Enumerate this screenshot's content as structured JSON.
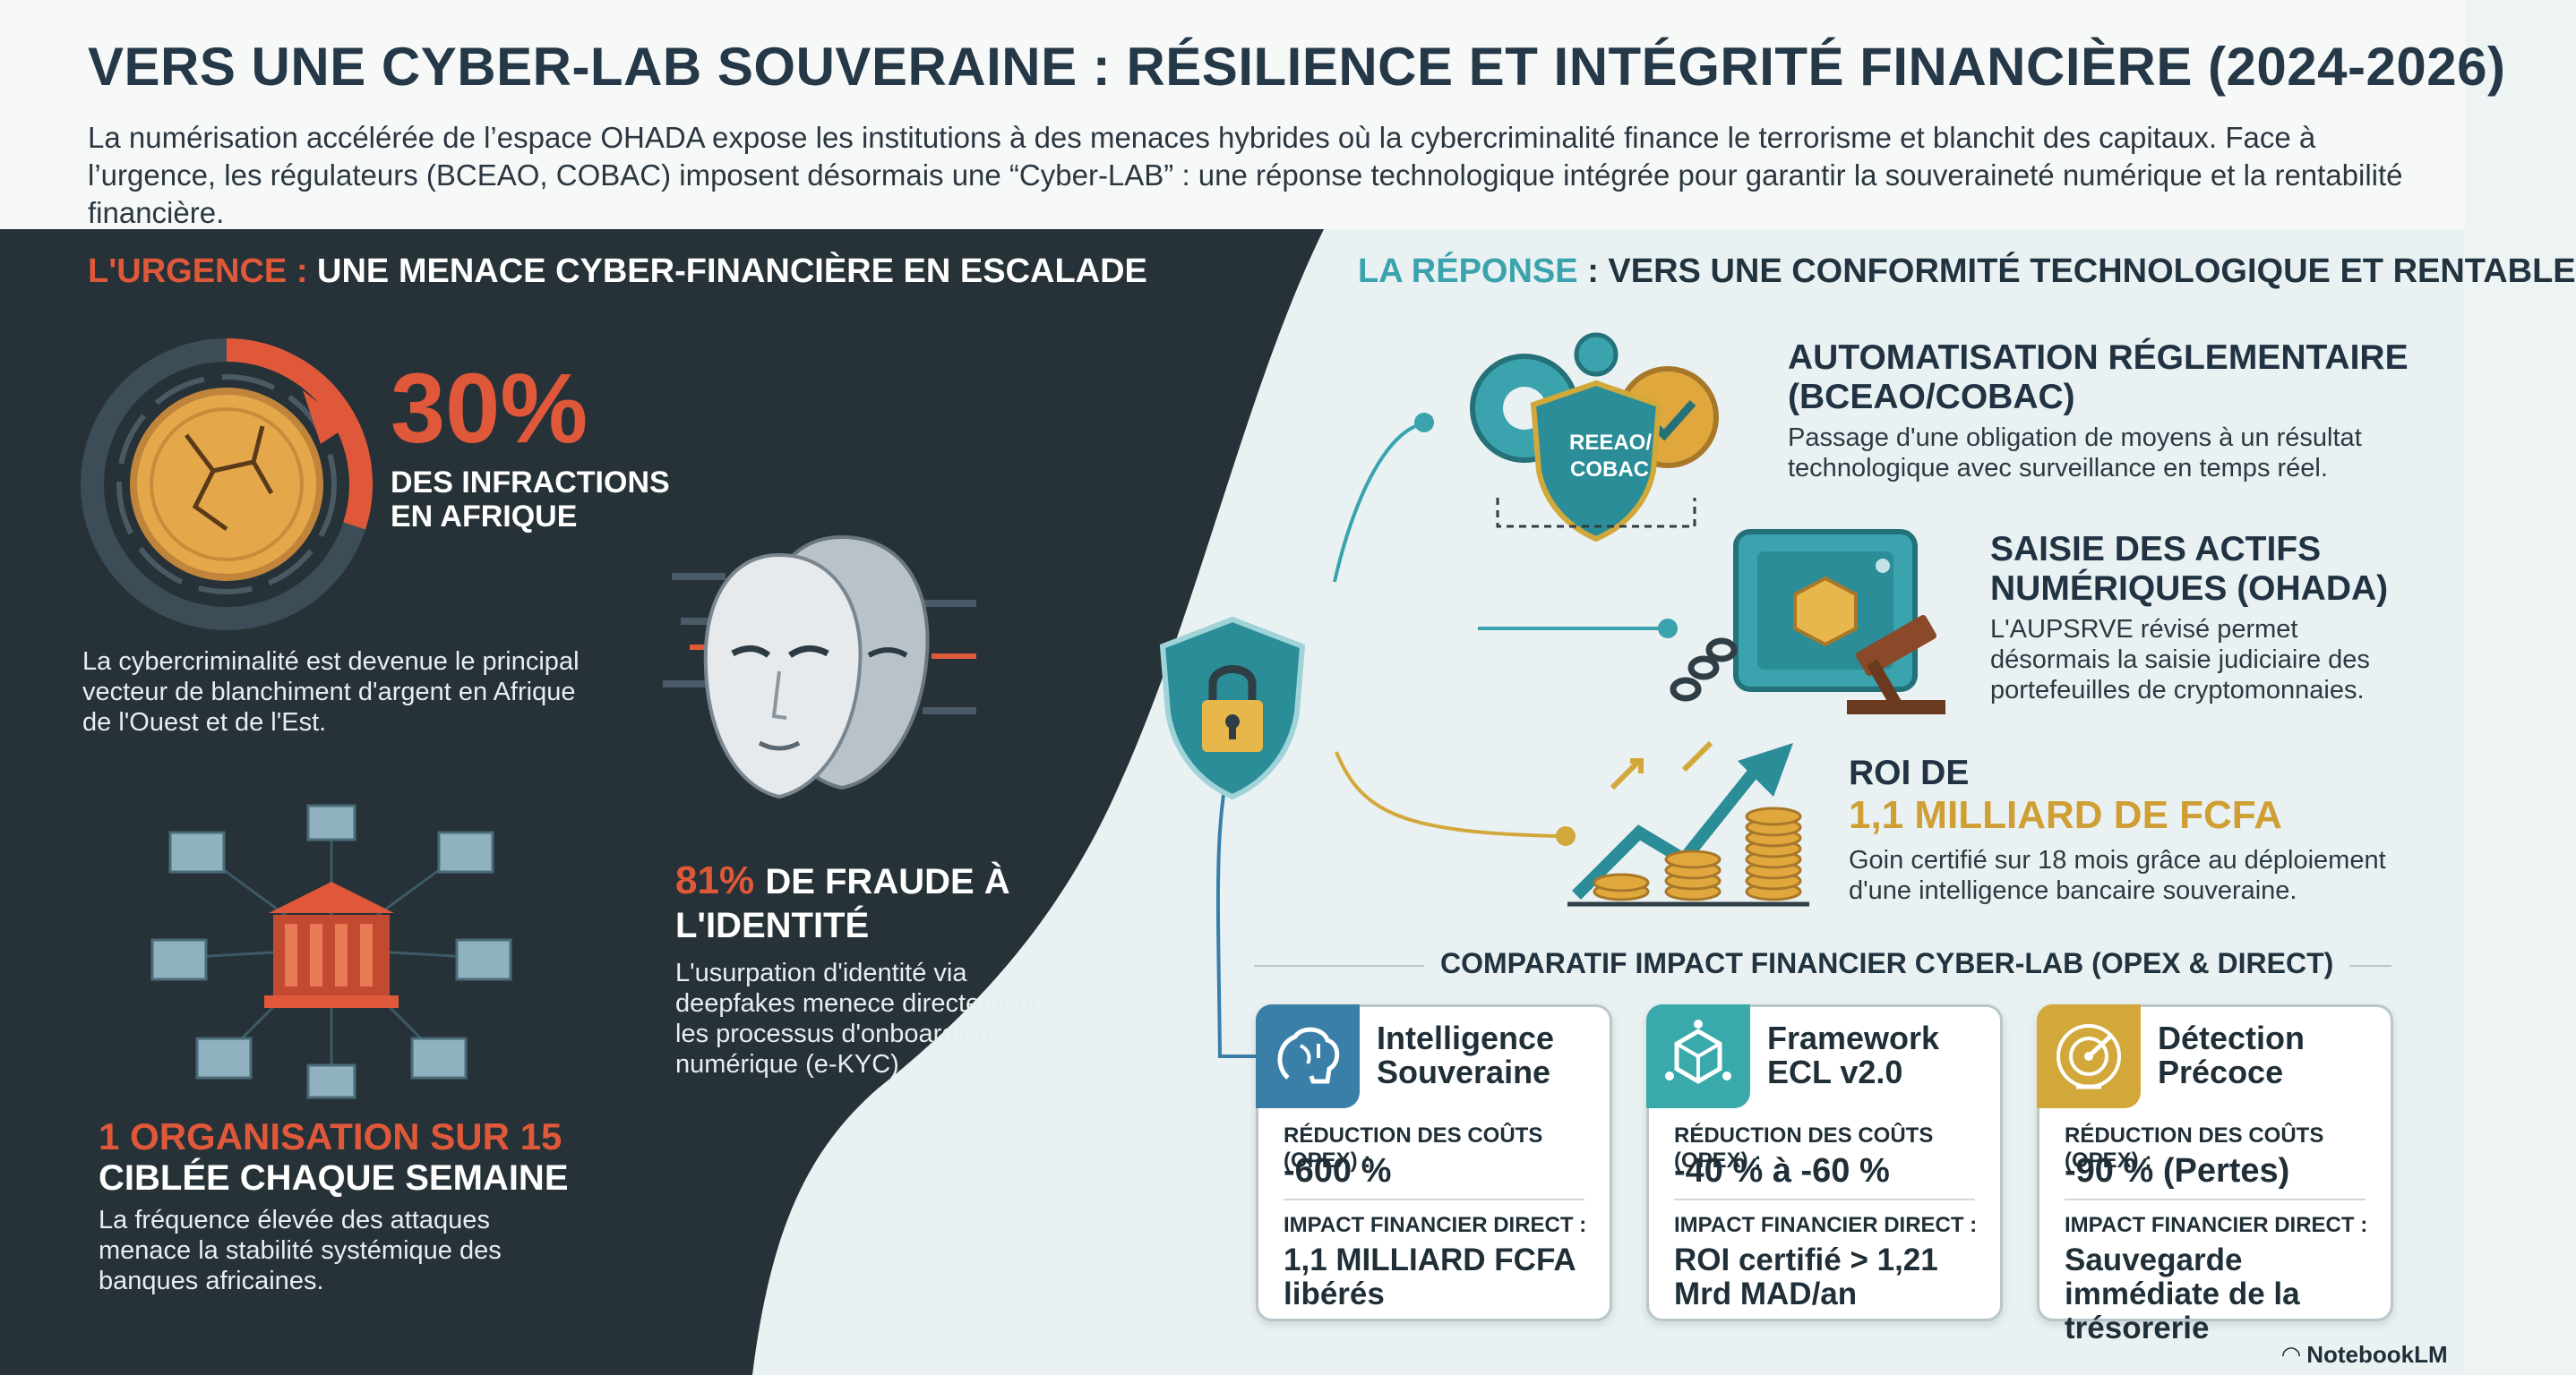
{
  "header": {
    "title": "VERS UNE CYBER-LAB SOUVERAINE : RÉSILIENCE ET INTÉGRITÉ FINANCIÈRE (2024-2026)",
    "intro": "La numérisation accélérée de l’espace OHADA expose les institutions à des menaces hybrides où la cybercriminalité finance le terrorisme et blanchit des capitaux. Face à l’urgence, les régulateurs (BCEAO, COBAC) imposent désormais une “Cyber-LAB” : une réponse technologique intégrée pour garantir la souveraineté numérique et la rentabilité financière."
  },
  "left": {
    "section_key": "L'URGENCE :",
    "section_rest": "UNE MENACE CYBER-FINANCIÈRE EN ESCALADE",
    "stat1": {
      "value": "30%",
      "label_line1": "DES INFRACTIONS",
      "label_line2": "EN AFRIQUE",
      "desc": "La cybercriminalité est devenue le principal vecteur de blanchiment d'argent en Afrique de l'Ouest et de l'Est.",
      "ring_fraction": 0.3
    },
    "stat2": {
      "value": "81%",
      "label_a": "DE FRAUDE À",
      "label_b": "L'IDENTITÉ",
      "desc": "L'usurpation d'identité via deepfakes menece directement les processus d'onboarding numérique (e-KYC)."
    },
    "stat3": {
      "value_line": "1 ORGANISATION SUR 15",
      "label": "CIBLÉE CHAQUE SEMAINE",
      "desc": "La fréquence élevée des attaques menace la stabilité systémique des banques africaines."
    }
  },
  "right": {
    "section_key": "LA RÉPONSE",
    "section_rest": ": VERS UNE CONFORMITÉ TECHNOLOGIQUE ET RENTABLE",
    "shield_badge": "REEAO/ COBAC",
    "item1": {
      "title_line1": "AUTOMATISATION RÉGLEMENTAIRE",
      "title_line2": "(BCEAO/COBAC)",
      "desc": "Passage d'une obligation de moyens à un résultat technologique avec surveillance en temps réel."
    },
    "item2": {
      "title_line1": "SAISIE DES ACTIFS",
      "title_line2": "NUMÉRIQUES (OHADA)",
      "desc": "L'AUPSRVE révisé permet désormais la saisie judiciaire des portefeuilles de cryptomonnaies."
    },
    "item3": {
      "title_line1": "ROI DE",
      "title_line2": "1,1 MILLIARD DE FCFA",
      "desc": "Goin certifié sur 18 mois grâce au déploiement d'une intelligence bancaire souveraine."
    },
    "comparatif_title": "COMPARATIF IMPACT FINANCIER CYBER-LAB (OPEX & DIRECT)",
    "cards": [
      {
        "title": "Intelligence Souveraine",
        "opex_label": "RÉDUCTION DES COÛTS (OPEX) :",
        "opex_value": "-600 %",
        "direct_label": "IMPACT FINANCIER DIRECT :",
        "direct_value": "1,1 MILLIARD FCFA libérés",
        "color": "#3a7fa8"
      },
      {
        "title": "Framework ECL v2.0",
        "opex_label": "RÉDUCTION DES COÛTS (OPEX) :",
        "opex_value": "-40 % à -60 %",
        "direct_label": "IMPACT FINANCIER DIRECT :",
        "direct_value": "ROI certifié > 1,21 Mrd MAD/an",
        "color": "#3aa9ab"
      },
      {
        "title": "Détection Précoce",
        "opex_label": "RÉDUCTION DES COÛTS (OPEX) :",
        "opex_value": "-90 % (Pertes)",
        "direct_label": "IMPACT FINANCIER DIRECT :",
        "direct_value": "Sauvegarde immédiate de la trésorerie",
        "color": "#d3a83a"
      }
    ]
  },
  "brand": "NotebookLM",
  "colors": {
    "dark_bg": "#263238",
    "accent_red": "#e0583a",
    "accent_teal": "#3aa3ad",
    "accent_gold": "#d3a83a"
  }
}
